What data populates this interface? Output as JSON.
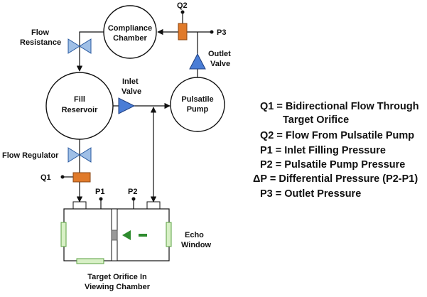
{
  "colors": {
    "line": "#111111",
    "valve_fill": "#4a7dd6",
    "resistance_fill": "#9fbfe6",
    "sensor_fill": "#e07a2a",
    "window_fill": "#d8f0c6",
    "window_stroke": "#5aa040",
    "orifice_fill": "#9a9a9a",
    "flow_arrow": "#2e8b2e"
  },
  "nodes": {
    "compliance_chamber": [
      "Compliance",
      "Chamber"
    ],
    "fill_reservoir": [
      "Fill",
      "Reservoir"
    ],
    "pulsatile_pump": [
      "Pulsatile",
      "Pump"
    ]
  },
  "labels": {
    "flow_resistance": [
      "Flow",
      "Resistance"
    ],
    "inlet_valve": [
      "Inlet",
      "Valve"
    ],
    "outlet_valve": [
      "Outlet",
      "Valve"
    ],
    "flow_regulator": "Flow Regulator",
    "q1": "Q1",
    "q2": "Q2",
    "p1": "P1",
    "p2": "P2",
    "p3": "P3",
    "echo_window": [
      "Echo",
      "Window"
    ],
    "target_orifice": [
      "Target Orifice In",
      "Viewing Chamber"
    ]
  },
  "legend": [
    {
      "symbol": "Q1",
      "text": "= Bidirectional Flow Through"
    },
    {
      "symbol": "",
      "text": "Target Orifice"
    },
    {
      "symbol": "Q2",
      "text": "= Flow From Pulsatile Pump"
    },
    {
      "symbol": "P1",
      "text": "= Inlet Filling Pressure"
    },
    {
      "symbol": "P2",
      "text": "= Pulsatile Pump Pressure"
    },
    {
      "symbol": "ΔP",
      "text": "= Differential Pressure (P2-P1)"
    },
    {
      "symbol": "P3",
      "text": "= Outlet Pressure"
    }
  ]
}
